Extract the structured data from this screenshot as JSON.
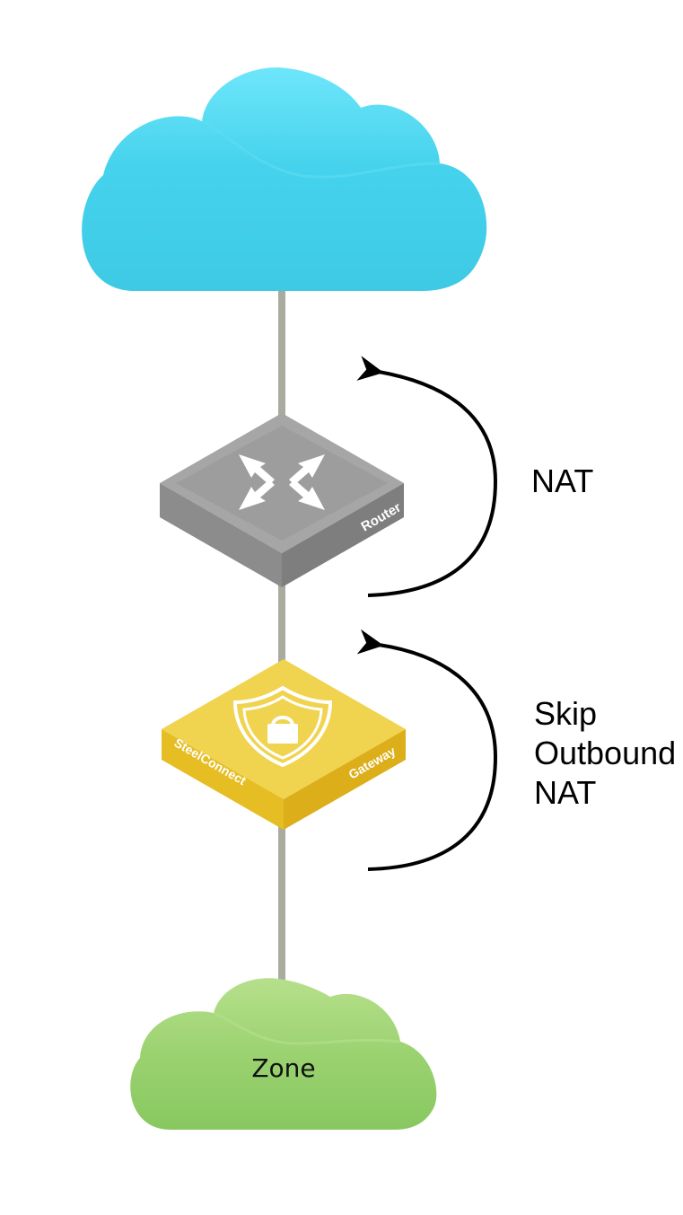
{
  "diagram": {
    "nodes": {
      "internet": {
        "name": "internet-cloud",
        "color": "#3ecfe8"
      },
      "router": {
        "name": "router",
        "label": "Router",
        "color": "#9a9a9a"
      },
      "gateway": {
        "name": "steelconnect-gateway",
        "brand": "SteelConnect",
        "label": "Gateway",
        "color": "#e8c234"
      },
      "zone": {
        "name": "zone-cloud",
        "label": "Zone",
        "color": "#8ccb62"
      }
    },
    "annotations": {
      "nat": "NAT",
      "skip_outbound_nat": [
        "Skip",
        "Outbound",
        "NAT"
      ]
    },
    "connector_color": "#a9ab9f"
  }
}
